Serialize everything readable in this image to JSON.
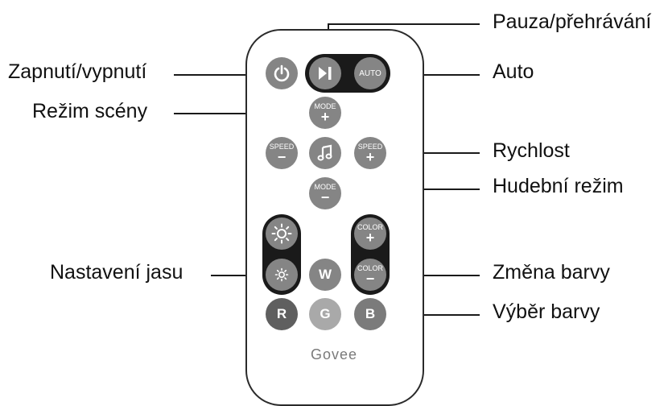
{
  "labels": {
    "power": "Zapnutí/vypnutí",
    "play_pause": "Pauza/přehrávání",
    "auto": "Auto",
    "scene_mode": "Režim scény",
    "speed": "Rychlost",
    "music_mode": "Hudební režim",
    "brightness": "Nastavení jasu",
    "color_change": "Změna barvy",
    "color_select": "Výběr barvy"
  },
  "buttons": {
    "auto": "AUTO",
    "mode": "MODE",
    "speed": "SPEED",
    "color": "COLOR",
    "plus": "+",
    "minus": "−",
    "white": "W",
    "red": "R",
    "green": "G",
    "blue": "B"
  },
  "brand": "Govee",
  "colors": {
    "red_button": "#5f5f5f",
    "green_button": "#a9a9a9",
    "blue_button": "#7b7b7b",
    "button_gray": "#858585",
    "pill_dark": "#1a1a1a"
  }
}
